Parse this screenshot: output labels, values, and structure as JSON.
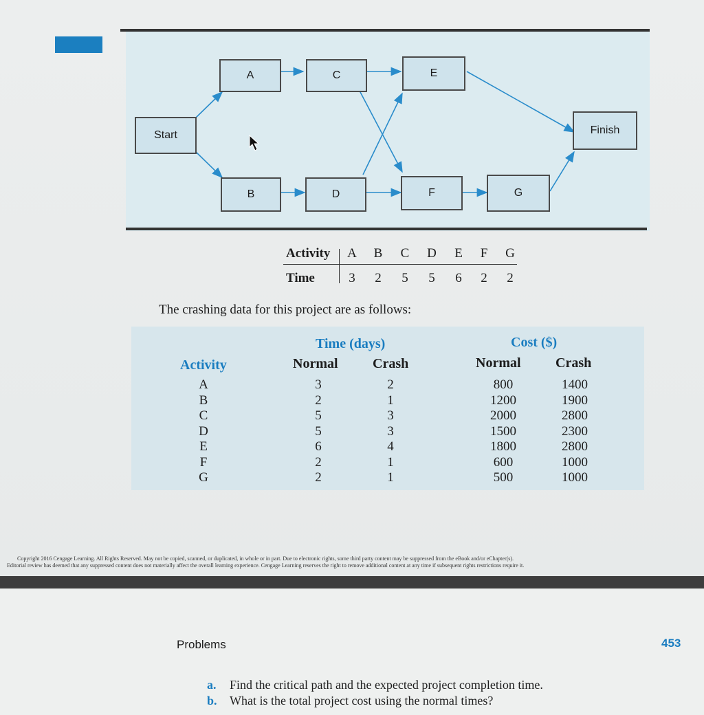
{
  "diagram": {
    "nodes": {
      "start": "Start",
      "a": "A",
      "b": "B",
      "c": "C",
      "d": "D",
      "e": "E",
      "f": "F",
      "g": "G",
      "finish": "Finish"
    }
  },
  "activity_table": {
    "row1_label": "Activity",
    "row2_label": "Time",
    "activities": [
      "A",
      "B",
      "C",
      "D",
      "E",
      "F",
      "G"
    ],
    "times": [
      "3",
      "2",
      "5",
      "5",
      "6",
      "2",
      "2"
    ]
  },
  "caption": "The crashing data for this project are as follows:",
  "crash_table": {
    "group_time": "Time (days)",
    "group_cost": "Cost ($)",
    "col_activity": "Activity",
    "col_time_normal": "Normal",
    "col_time_crash": "Crash",
    "col_cost_normal": "Normal",
    "col_cost_crash": "Crash",
    "activities": [
      "A",
      "B",
      "C",
      "D",
      "E",
      "F",
      "G"
    ],
    "time_normal": [
      "3",
      "2",
      "5",
      "5",
      "6",
      "2",
      "2"
    ],
    "time_crash": [
      "2",
      "1",
      "3",
      "3",
      "4",
      "1",
      "1"
    ],
    "cost_normal": [
      "800",
      "1200",
      "2000",
      "1500",
      "1800",
      "600",
      "500"
    ],
    "cost_crash": [
      "1400",
      "1900",
      "2800",
      "2300",
      "2800",
      "1000",
      "1000"
    ]
  },
  "copyright": {
    "line1": "Copyright 2016 Cengage Learning. All Rights Reserved. May not be copied, scanned, or duplicated, in whole or in part. Due to electronic rights, some third party content may be suppressed from the eBook and/or eChapter(s).",
    "line2": "Editorial review has deemed that any suppressed content does not materially affect the overall learning experience. Cengage Learning reserves the right to remove additional content at any time if subsequent rights restrictions require it."
  },
  "footer": {
    "section": "Problems",
    "page_number": "453"
  },
  "questions": [
    {
      "letter": "a.",
      "text": "Find the critical path and the expected project completion time."
    },
    {
      "letter": "b.",
      "text": "What is the total project cost using the normal times?"
    }
  ],
  "colors": {
    "accent_blue": "#1b7fc0",
    "node_fill": "#cfe3ec",
    "panel_fill": "#d7e6ec",
    "arrow": "#2a8ccb"
  },
  "icons": [
    "mouse-cursor-icon"
  ]
}
